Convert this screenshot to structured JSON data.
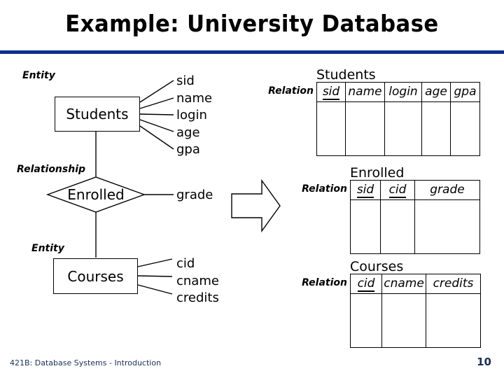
{
  "slide": {
    "title": "Example: University Database",
    "footer_text": "421B: Database Systems - Introduction",
    "page_number": "10",
    "rule_color": "#0d2f8c",
    "footer_color": "#1a2f56",
    "line_color": "#000000"
  },
  "er_diagram": {
    "labels": {
      "entity_students": "Entity",
      "relationship": "Relationship",
      "entity_courses": "Entity"
    },
    "students": {
      "name": "Students",
      "attributes": [
        "sid",
        "name",
        "login",
        "age",
        "gpa"
      ]
    },
    "enrolled": {
      "name": "Enrolled",
      "attributes": [
        "grade"
      ]
    },
    "courses": {
      "name": "Courses",
      "attributes": [
        "cid",
        "cname",
        "credits"
      ]
    }
  },
  "arrow": {
    "icon": "block-arrow-right-icon"
  },
  "relations": [
    {
      "tag": "Relation",
      "title": "Students",
      "columns": [
        {
          "label": "sid",
          "key": true
        },
        {
          "label": "name",
          "key": false
        },
        {
          "label": "login",
          "key": false
        },
        {
          "label": "age",
          "key": false
        },
        {
          "label": "gpa",
          "key": false
        }
      ],
      "rows": 1
    },
    {
      "tag": "Relation",
      "title": "Enrolled",
      "columns": [
        {
          "label": "sid",
          "key": true
        },
        {
          "label": "cid",
          "key": true
        },
        {
          "label": "grade",
          "key": false
        }
      ],
      "rows": 1
    },
    {
      "tag": "Relation",
      "title": "Courses",
      "columns": [
        {
          "label": "cid",
          "key": true
        },
        {
          "label": "cname",
          "key": false
        },
        {
          "label": "credits",
          "key": false
        }
      ],
      "rows": 1
    }
  ]
}
